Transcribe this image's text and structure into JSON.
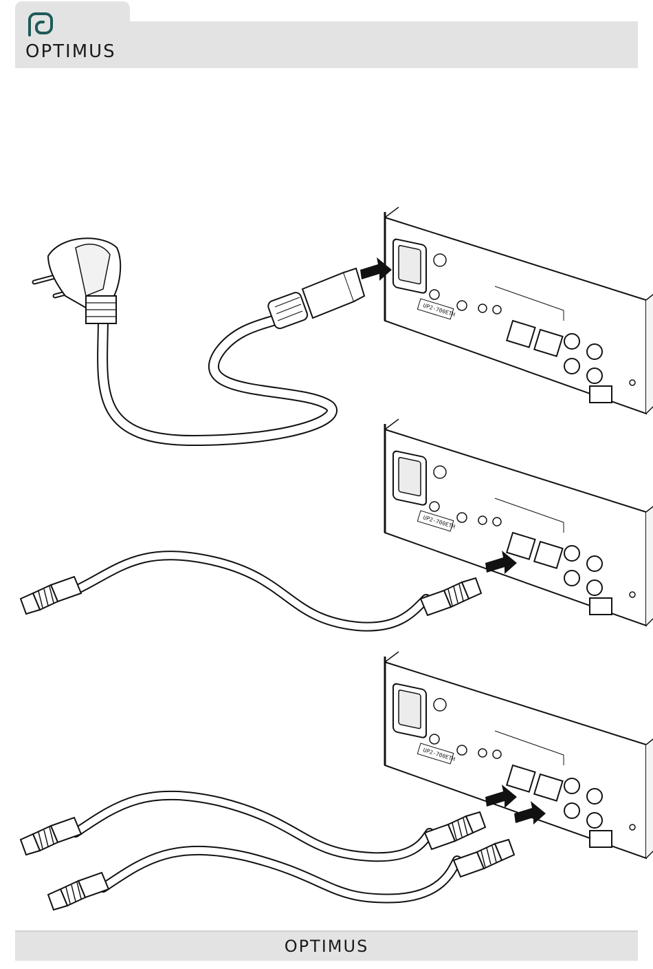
{
  "header": {
    "brand": "OPTIMUS",
    "accent": "#1e5a58",
    "band_color": "#e3e3e3"
  },
  "footer": {
    "brand": "OPTIMUS"
  },
  "device": {
    "model_label": "UP2-700ETH"
  },
  "icons": [
    "power-plug-icon",
    "iec-connector-icon",
    "rj45-connector-icon",
    "arrow-icon"
  ]
}
